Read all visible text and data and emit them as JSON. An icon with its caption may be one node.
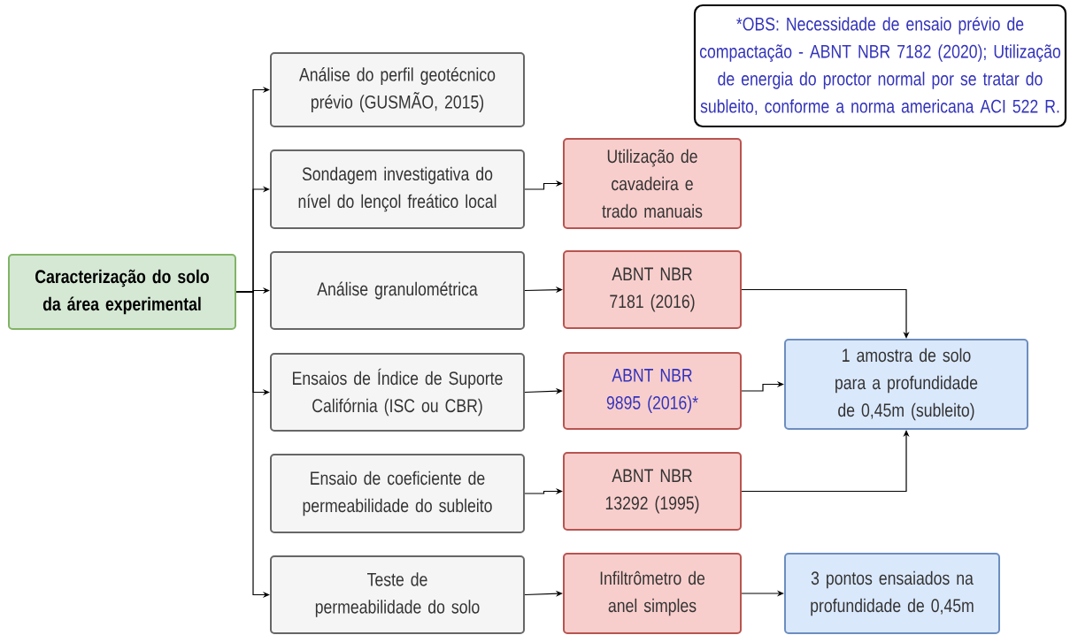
{
  "diagram": {
    "nodes": [
      {
        "text": [
          "Caracterização do solo da área experimental"
        ]
      },
      {
        "text": [
          "Análise do perfil geotécnico prévio (GUSMÃO, 2015)"
        ]
      },
      {
        "text": [
          "Sondagem investigativa do nível do lençol freático local"
        ]
      },
      {
        "text": [
          "Análise granulométrica"
        ]
      },
      {
        "text": [
          "Ensaios de Índice de Suporte Califórnia (ISC ou CBR)"
        ]
      },
      {
        "text": [
          "Ensaio de coeficiente de permeabilidade do subleito"
        ]
      },
      {
        "text": [
          "Teste de permeabilidade do solo"
        ]
      },
      {
        "text": [
          "Utilização de cavadeira e trado manuais"
        ]
      },
      {
        "text": [
          "ABNT NBR 7181 (2016)"
        ]
      },
      {
        "text": [
          "ABNT NBR 9895 (2016)*"
        ]
      },
      {
        "text": [
          "ABNT NBR 13292 (1995)"
        ]
      },
      {
        "text": [
          "Infiltrômetro de anel simples"
        ]
      },
      {
        "text": [
          "1 amostra de solo para a profundidade de 0,45m (subleito)"
        ]
      },
      {
        "text": [
          "3 pontos ensaiados na profundidade de 0,45m"
        ]
      },
      {
        "text": [
          "*OBS: Necessidade de ensaio prévio de compactação - ABNT NBR 7182 (2020); Utilização de energia do proctor normal por se tratar do subleito, conforme a norma americana ACI 522 R."
        ]
      }
    ],
    "edges": [
      {
        "from": 0,
        "to": 1,
        "arrow": "to"
      },
      {
        "from": 0,
        "to": 2,
        "arrow": "to"
      },
      {
        "from": 0,
        "to": 3,
        "arrow": "to"
      },
      {
        "from": 0,
        "to": 4,
        "arrow": "to"
      },
      {
        "from": 0,
        "to": 6,
        "arrow": "to"
      },
      {
        "from": 2,
        "to": 7,
        "arrow": "to"
      },
      {
        "from": 3,
        "to": 8,
        "arrow": "to"
      },
      {
        "from": 4,
        "to": 9,
        "arrow": "to"
      },
      {
        "from": 5,
        "to": 10,
        "arrow": "to"
      },
      {
        "from": 6,
        "to": 11,
        "arrow": "to"
      },
      {
        "from": 8,
        "to": 12,
        "arrow": "to"
      },
      {
        "from": 9,
        "to": 12,
        "arrow": "to"
      },
      {
        "from": 10,
        "to": 12,
        "arrow": "to"
      },
      {
        "from": 11,
        "to": 13,
        "arrow": "to"
      }
    ]
  }
}
